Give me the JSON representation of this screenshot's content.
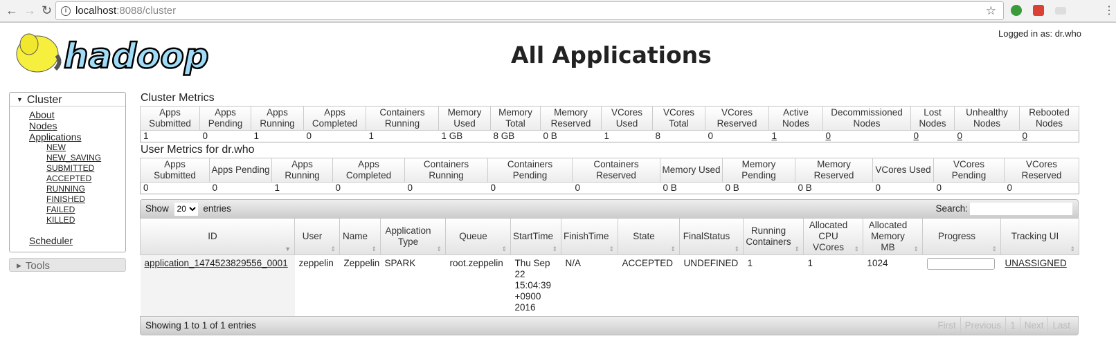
{
  "browser": {
    "url_host": "localhost",
    "url_path": ":8088/cluster",
    "icons": [
      "back-icon",
      "forward-icon",
      "reload-icon",
      "info-icon",
      "star-icon",
      "hangouts-icon",
      "todoist-icon",
      "cast-icon",
      "menu-icon"
    ],
    "ext_badge": "?"
  },
  "header": {
    "title": "All Applications",
    "logged_in": "Logged in as: dr.who",
    "logo_text": "hadoop"
  },
  "sidebar": {
    "cluster_label": "Cluster",
    "items": [
      "About",
      "Nodes",
      "Applications"
    ],
    "sub_items": [
      "NEW",
      "NEW_SAVING",
      "SUBMITTED",
      "ACCEPTED",
      "RUNNING",
      "FINISHED",
      "FAILED",
      "KILLED"
    ],
    "scheduler": "Scheduler",
    "tools_label": "Tools"
  },
  "cluster_metrics": {
    "title": "Cluster Metrics",
    "headers": [
      "Apps Submitted",
      "Apps Pending",
      "Apps Running",
      "Apps Completed",
      "Containers Running",
      "Memory Used",
      "Memory Total",
      "Memory Reserved",
      "VCores Used",
      "VCores Total",
      "VCores Reserved",
      "Active Nodes",
      "Decommissioned Nodes",
      "Lost Nodes",
      "Unhealthy Nodes",
      "Rebooted Nodes"
    ],
    "values": [
      "1",
      "0",
      "1",
      "0",
      "1",
      "1 GB",
      "8 GB",
      "0 B",
      "1",
      "8",
      "0",
      "1",
      "0",
      "0",
      "0",
      "0"
    ],
    "links": [
      false,
      false,
      false,
      false,
      false,
      false,
      false,
      false,
      false,
      false,
      false,
      true,
      true,
      true,
      true,
      true
    ]
  },
  "user_metrics": {
    "title": "User Metrics for dr.who",
    "headers": [
      "Apps Submitted",
      "Apps Pending",
      "Apps Running",
      "Apps Completed",
      "Containers Running",
      "Containers Pending",
      "Containers Reserved",
      "Memory Used",
      "Memory Pending",
      "Memory Reserved",
      "VCores Used",
      "VCores Pending",
      "VCores Reserved"
    ],
    "values": [
      "0",
      "0",
      "1",
      "0",
      "0",
      "0",
      "0",
      "0 B",
      "0 B",
      "0 B",
      "0",
      "0",
      "0"
    ]
  },
  "apps": {
    "show_label": "Show",
    "page_size": "20",
    "entries_label": "entries",
    "search_label": "Search:",
    "search_value": "",
    "headers": [
      "ID",
      "User",
      "Name",
      "Application Type",
      "Queue",
      "StartTime",
      "FinishTime",
      "State",
      "FinalStatus",
      "Running Containers",
      "Allocated CPU VCores",
      "Allocated Memory MB",
      "Progress",
      "Tracking UI"
    ],
    "rows": [
      {
        "id": "application_1474523829556_0001",
        "user": "zeppelin",
        "name": "Zeppelin",
        "type": "SPARK",
        "queue": "root.zeppelin",
        "start": "Thu Sep 22 15:04:39 +0900 2016",
        "finish": "N/A",
        "state": "ACCEPTED",
        "final_status": "UNDEFINED",
        "running_containers": "1",
        "vcores": "1",
        "memory_mb": "1024",
        "progress_percent": 0,
        "tracking_ui": "UNASSIGNED"
      }
    ],
    "info": "Showing 1 to 1 of 1 entries",
    "pager": [
      "First",
      "Previous",
      "1",
      "Next",
      "Last"
    ]
  }
}
